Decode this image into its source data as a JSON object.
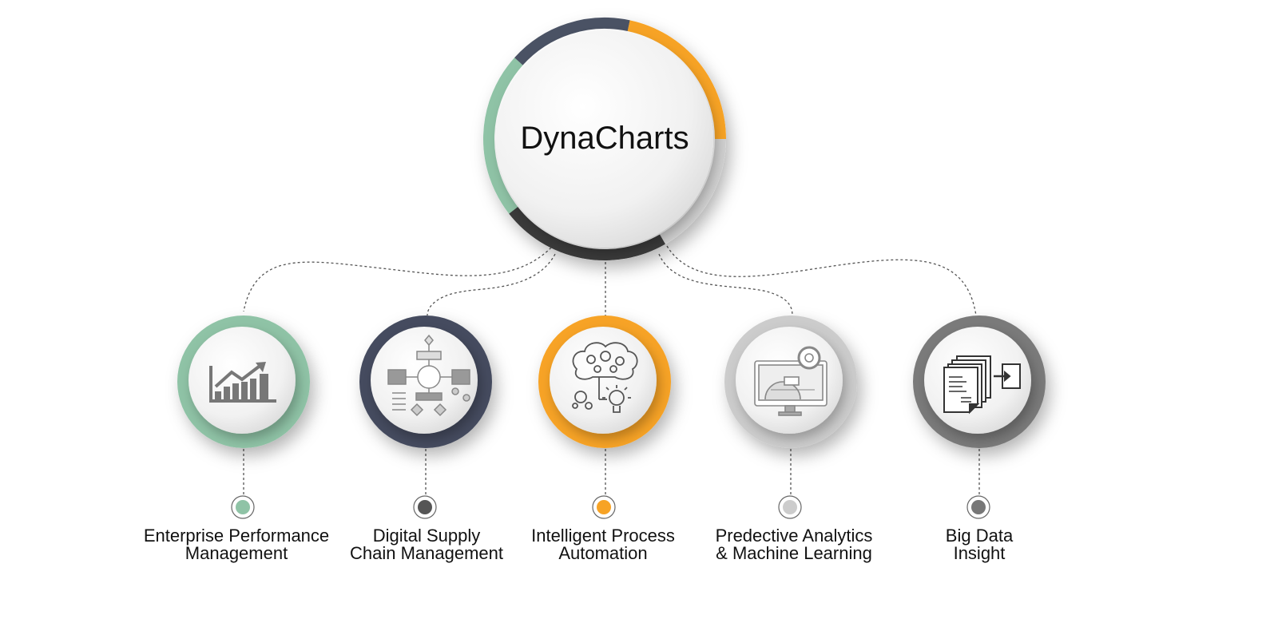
{
  "hub": {
    "title": "DynaCharts",
    "ring_colors": [
      "#4a5264",
      "#f7a325",
      "#cfcfcf",
      "#3a3a3a",
      "#8fc3a6"
    ]
  },
  "nodes": [
    {
      "id": "epm",
      "line1": "Enterprise Performance",
      "line2": "Management",
      "color": "#8fc3a6",
      "icon": "bar-chart-growth-icon"
    },
    {
      "id": "dscm",
      "line1": "Digital Supply",
      "line2": "Chain Management",
      "color": "#454c5e",
      "icon": "flowchart-icon"
    },
    {
      "id": "ipa",
      "line1": "Intelligent Process",
      "line2": "Automation",
      "color": "#f7a325",
      "icon": "brain-gears-lightbulb-icon"
    },
    {
      "id": "paml",
      "line1": "Predective Analytics",
      "line2": "& Machine Learning",
      "color": "#cccccc",
      "icon": "monitor-gears-icon"
    },
    {
      "id": "bdi",
      "line1": "Big Data",
      "line2": "Insight",
      "color": "#7a7a7a",
      "icon": "documents-export-icon"
    }
  ]
}
